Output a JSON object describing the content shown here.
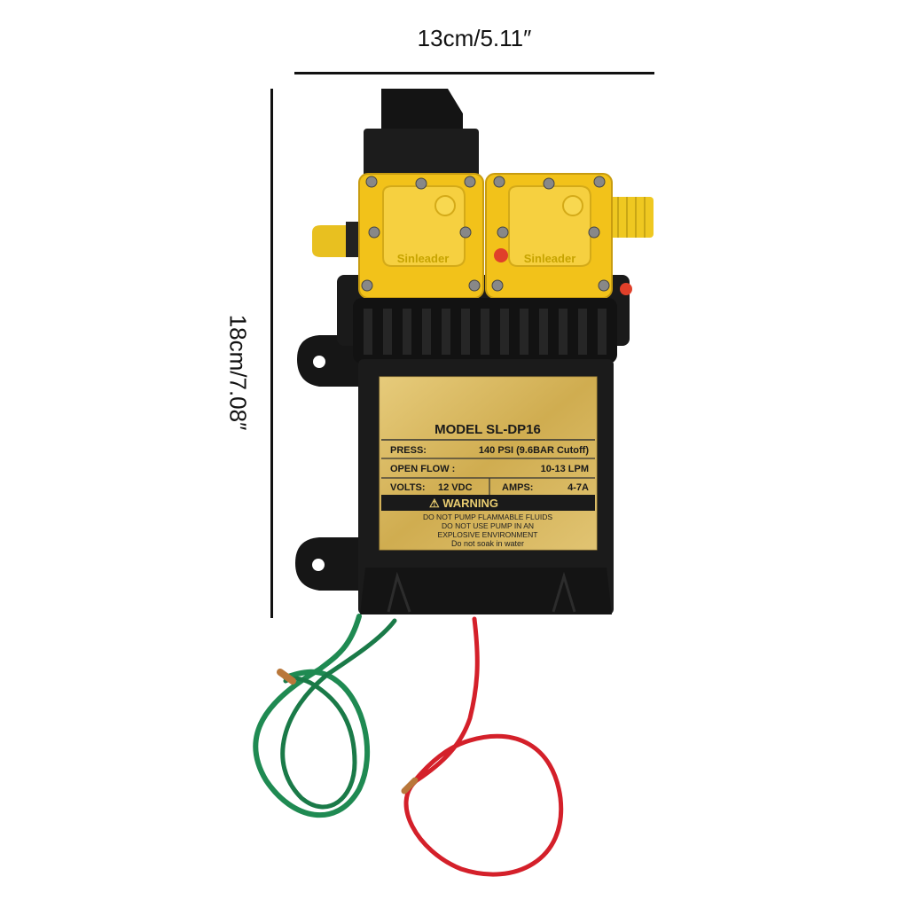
{
  "dimensions": {
    "width": "13cm/5.11″",
    "height": "18cm/7.08″"
  },
  "pump": {
    "brand_left": "Sinleader",
    "brand_right": "Sinleader",
    "plate": {
      "model": "MODEL SL-DP16",
      "press_label": "PRESS:",
      "press_value": "140 PSI (9.6BAR Cutoff)",
      "flow_label": "OPEN FLOW :",
      "flow_value": "10-13 LPM",
      "volts_label": "VOLTS:",
      "volts_value": "12 VDC",
      "amps_label": "AMPS:",
      "amps_value": "4-7A",
      "warning_title": "⚠ WARNING",
      "warning_line1": "DO NOT PUMP FLAMMABLE  FLUIDS",
      "warning_line2": "DO NOT USE PUMP IN AN",
      "warning_line3": "EXPLOSIVE ENVIRONMENT",
      "warning_line4": "Do not soak in water"
    }
  },
  "colors": {
    "body": "#1b1b1b",
    "head": "#f2c21a",
    "plate": "#d8b65a",
    "wire_green": "#1f8a52",
    "wire_red": "#d4202a"
  }
}
